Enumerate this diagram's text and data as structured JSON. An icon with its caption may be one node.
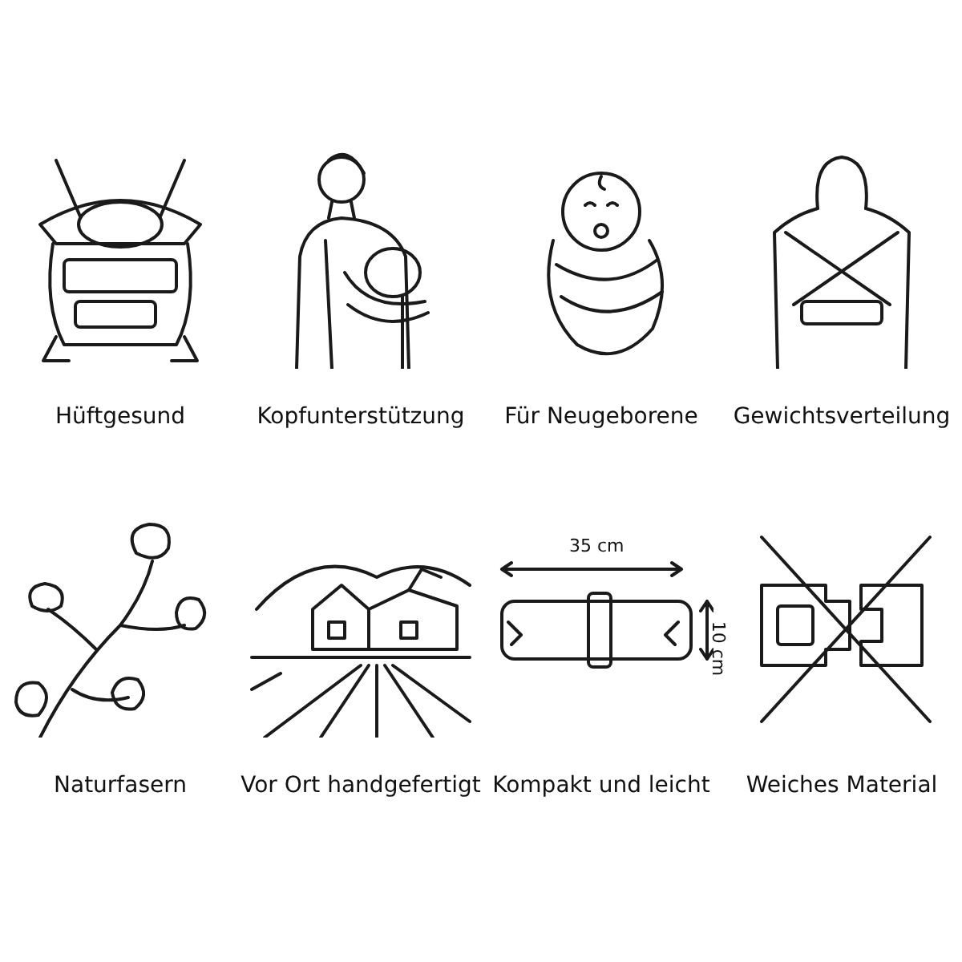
{
  "diagram": {
    "labels": [
      "Hüftgesund",
      "Kopfunterstützung",
      "Für Neugeborene",
      "Gewichtsverteilung",
      "Naturfasern",
      "Vor Ort handgefertigt",
      "35 cm",
      "10 cm",
      "Kompakt und leicht",
      "Weiches Material"
    ]
  }
}
